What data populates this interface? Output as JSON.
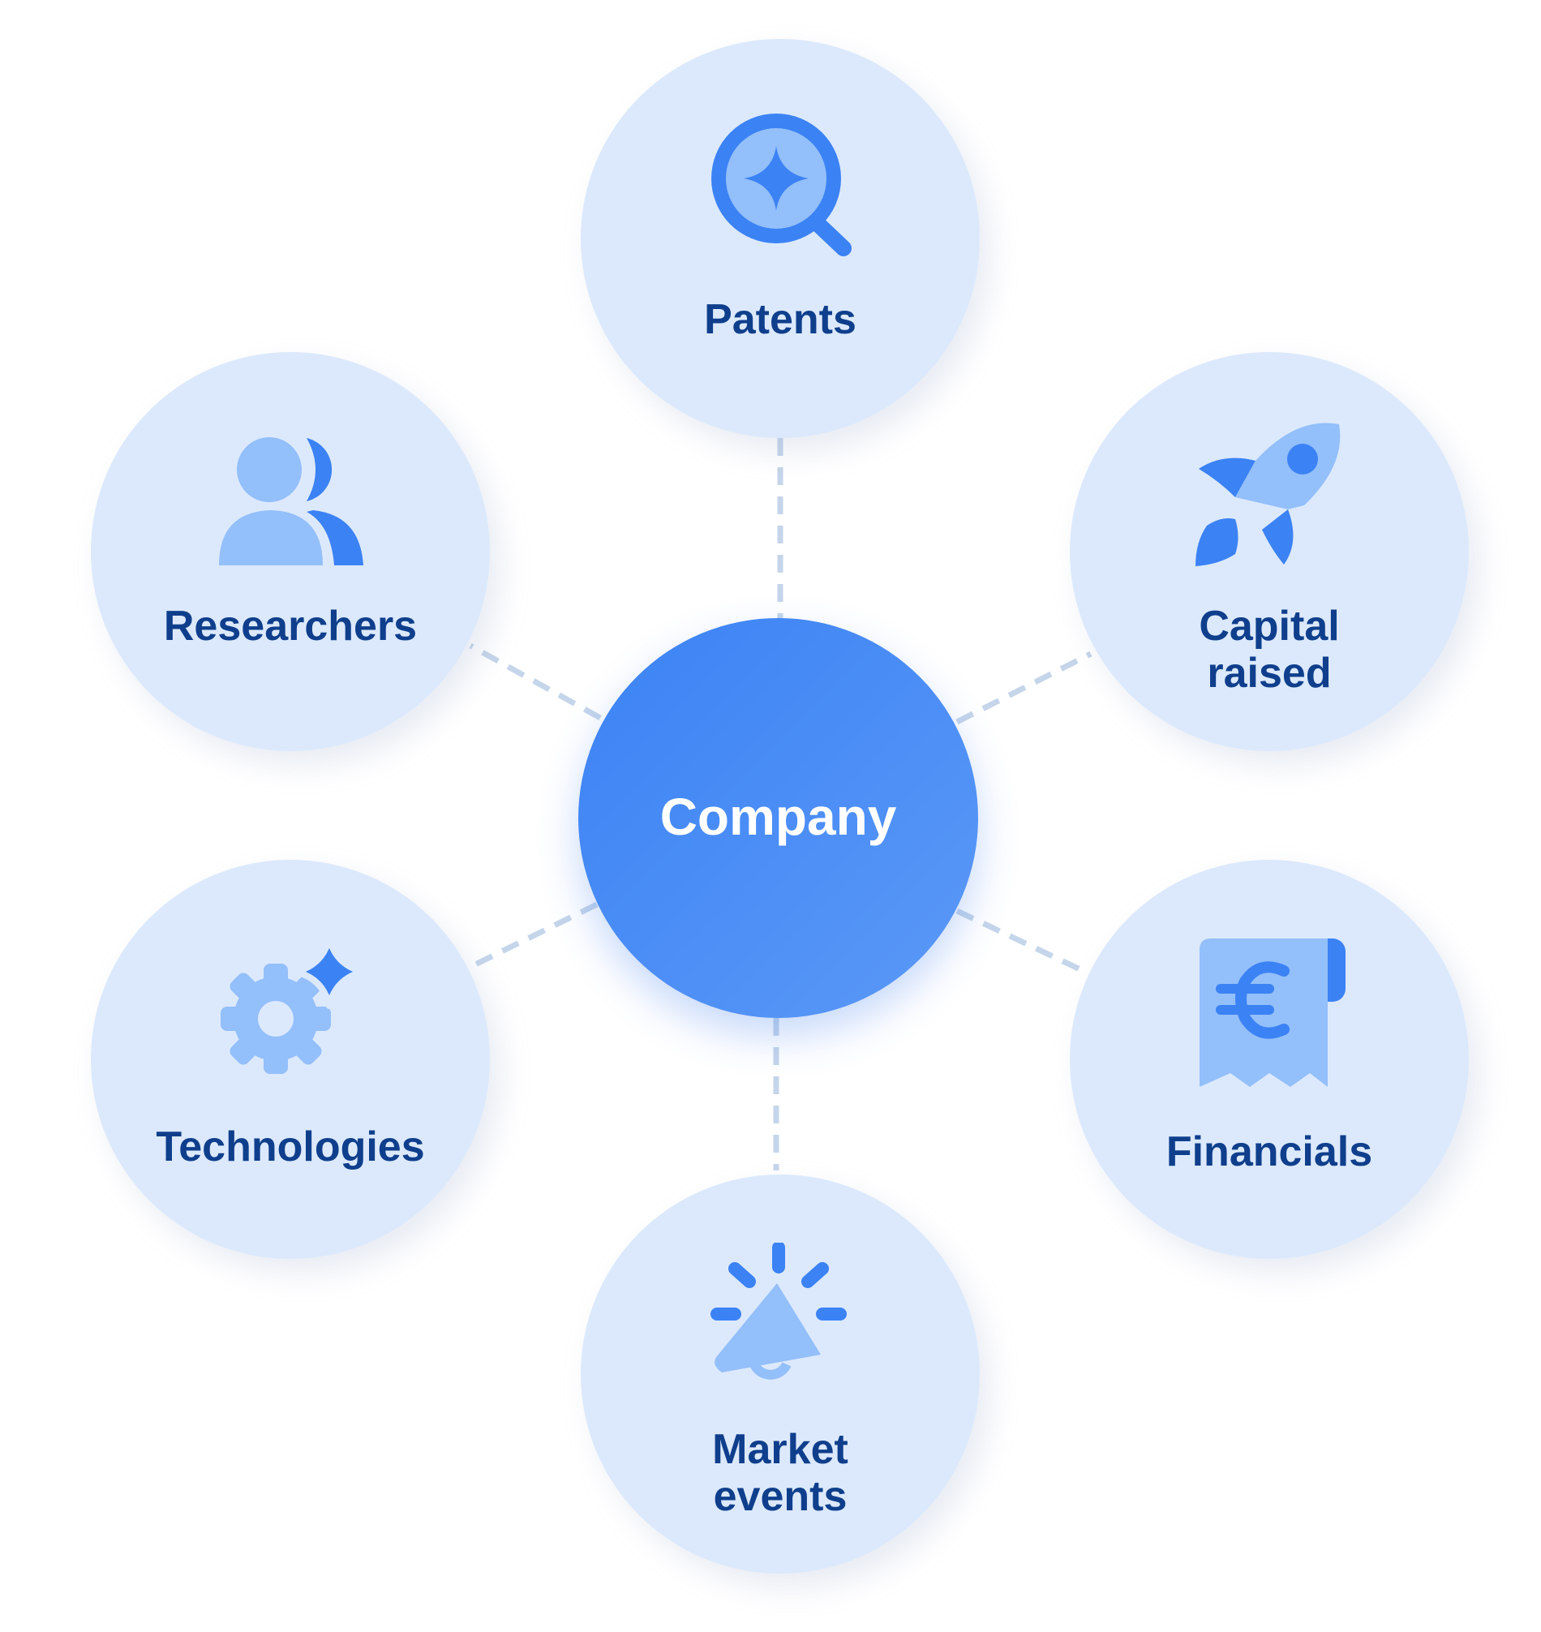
{
  "center": {
    "label": "Company"
  },
  "nodes": [
    {
      "id": "patents",
      "label": "Patents",
      "icon": "search-sparkle-icon"
    },
    {
      "id": "capital",
      "label": "Capital\nraised",
      "icon": "rocket-icon"
    },
    {
      "id": "financials",
      "label": "Financials",
      "icon": "euro-receipt-icon"
    },
    {
      "id": "market",
      "label": "Market\nevents",
      "icon": "megaphone-icon"
    },
    {
      "id": "technologies",
      "label": "Technologies",
      "icon": "gear-sparkle-icon"
    },
    {
      "id": "researchers",
      "label": "Researchers",
      "icon": "users-icon"
    }
  ],
  "colors": {
    "node_fill": "#dce9fc",
    "center_fill": "#3b82f4",
    "label": "#0f3f8c",
    "icon_dark": "#3b82f4",
    "icon_light": "#93bffa",
    "connector": "#c5d5ea"
  }
}
